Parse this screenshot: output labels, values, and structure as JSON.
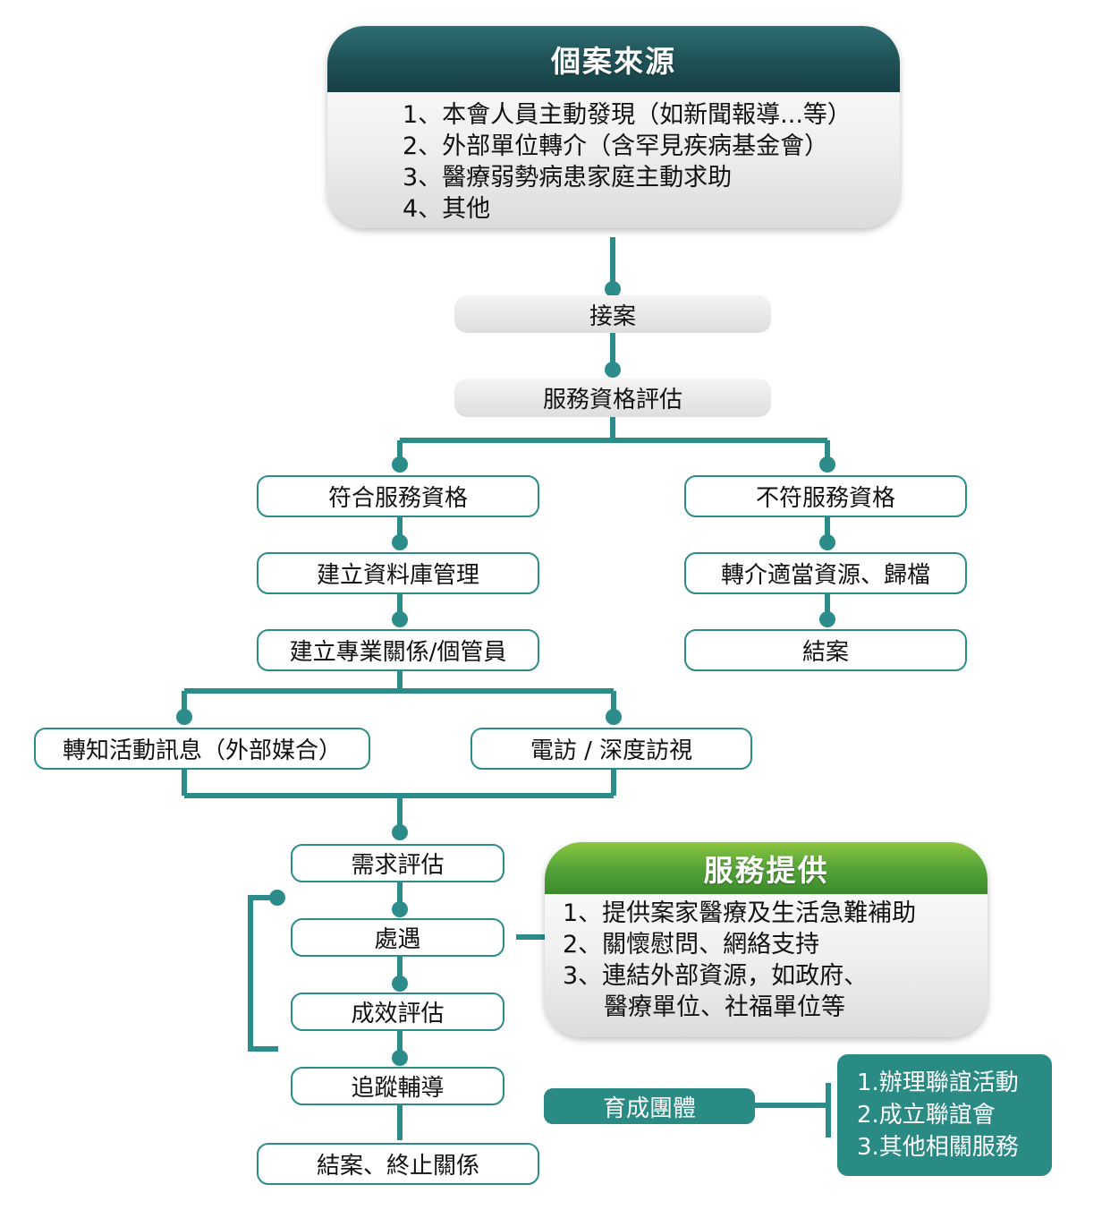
{
  "sources": {
    "title": "個案來源",
    "items": [
      "1、本會人員主動發現（如新聞報導...等）",
      "2、外部單位轉介（含罕見疾病基金會）",
      "3、醫療弱勢病患家庭主動求助",
      "4、其他"
    ]
  },
  "steps": {
    "intake": "接案",
    "assess": "服務資格評估",
    "eligible": "符合服務資格",
    "not_eligible": "不符服務資格",
    "database": "建立資料庫管理",
    "referral": "轉介適當資源、歸檔",
    "close_left": "結案",
    "relationship": "建立專業關係/個管員",
    "activity": "轉知活動訊息（外部媒合）",
    "visit": "電訪 / 深度訪視",
    "needs": "需求評估",
    "treatment": "處遇",
    "effect": "成效評估",
    "followup": "追蹤輔導",
    "end": "結案、終止關係"
  },
  "services": {
    "title": "服務提供",
    "items": [
      "1、提供案家醫療及生活急難補助",
      "2、關懷慰問、網絡支持",
      "3、連結外部資源，如政府、",
      "醫療單位、社福單位等"
    ]
  },
  "group": {
    "label": "育成團體",
    "items": [
      "1.辦理聯誼活動",
      "2.成立聯誼會",
      "3.其他相關服務"
    ]
  },
  "colors": {
    "teal": "#2b8c89",
    "dark_teal": "#1f5358",
    "green": "#55a43a"
  }
}
